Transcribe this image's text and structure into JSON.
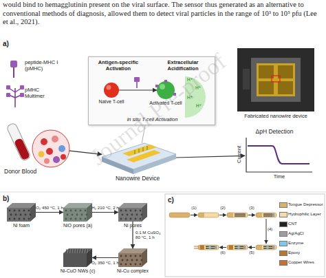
{
  "diagram": {
    "nodes": [
      {
        "text": [
          "in situ T-cell Activation"
        ]
      },
      {
        "text": [
          "Naïve T-cell"
        ],
        "in": 0
      },
      {
        "text": [
          "Activated T-cell"
        ],
        "in": 0
      },
      {
        "text": [
          "Fabricated nanowire device"
        ]
      },
      {
        "text": [
          "Donor Blood"
        ]
      },
      {
        "text": [
          "Nanowire Device"
        ]
      },
      {
        "text": [
          "ΔpH Detection",
          "Current",
          "Time"
        ]
      },
      {
        "text": [
          "Ni foam"
        ]
      },
      {
        "text": [
          "NiO pores (a)"
        ]
      },
      {
        "text": [
          "Ni pores"
        ]
      },
      {
        "text": [
          "Ni-Cu complex"
        ]
      },
      {
        "text": [
          "Ni-CuO NWs (c)"
        ]
      }
    ],
    "edges": [
      {
        "from": 1,
        "to": 2,
        "arrow": "to"
      },
      {
        "from": 0,
        "to": 5,
        "arrow": "none"
      },
      {
        "from": 4,
        "to": 5,
        "arrow": "to"
      },
      {
        "from": 5,
        "to": 6,
        "arrow": "to"
      },
      {
        "from": 7,
        "to": 8,
        "label": "O₂ 450 °C, 1 h",
        "arrow": "to"
      },
      {
        "from": 8,
        "to": 9,
        "label": "H₂ 210 °C, 2 h",
        "arrow": "to"
      },
      {
        "from": 9,
        "to": 10,
        "label": "0.1 M CuSO₄ 80 °C, 1 h",
        "arrow": "to"
      },
      {
        "from": 10,
        "to": 11,
        "label": "O₂ 350 °C, 1 h",
        "arrow": "to"
      }
    ],
    "labels": [
      "would bind to hemagglutinin present on the viral surface. The sensor thus generated as an alternative to conventional methods of diagnosis, allowed them to detect viral particles in the range of 10³ to 10⁵ pfu (Lee et al., 2021).",
      "Journal Pre-proof",
      "a)",
      "peptide-MHC I (pMHC)",
      "pMHC Multimer",
      "Antigen-specific Activation",
      "Extracellular Acidification",
      "H⁺",
      "H⁺",
      "H⁺",
      "H⁺",
      "b)",
      "c)",
      "(1)",
      "(2)",
      "(3)",
      "(4)",
      "(5)",
      "(6)"
    ],
    "legend": [
      {
        "text": "Tongue Depressor",
        "color": "#d9b36c"
      },
      {
        "text": "Hydrophilic Layer",
        "color": "#f4dcaa"
      },
      {
        "text": "CNT",
        "color": "#222222"
      },
      {
        "text": "Ag/AgCl",
        "color": "#9e9e9e"
      },
      {
        "text": "Enzyme",
        "color": "#7fc8ef"
      },
      {
        "text": "Epoxy",
        "color": "#b9782f"
      },
      {
        "text": "Copper Wires",
        "color": "#c8702e"
      }
    ]
  }
}
